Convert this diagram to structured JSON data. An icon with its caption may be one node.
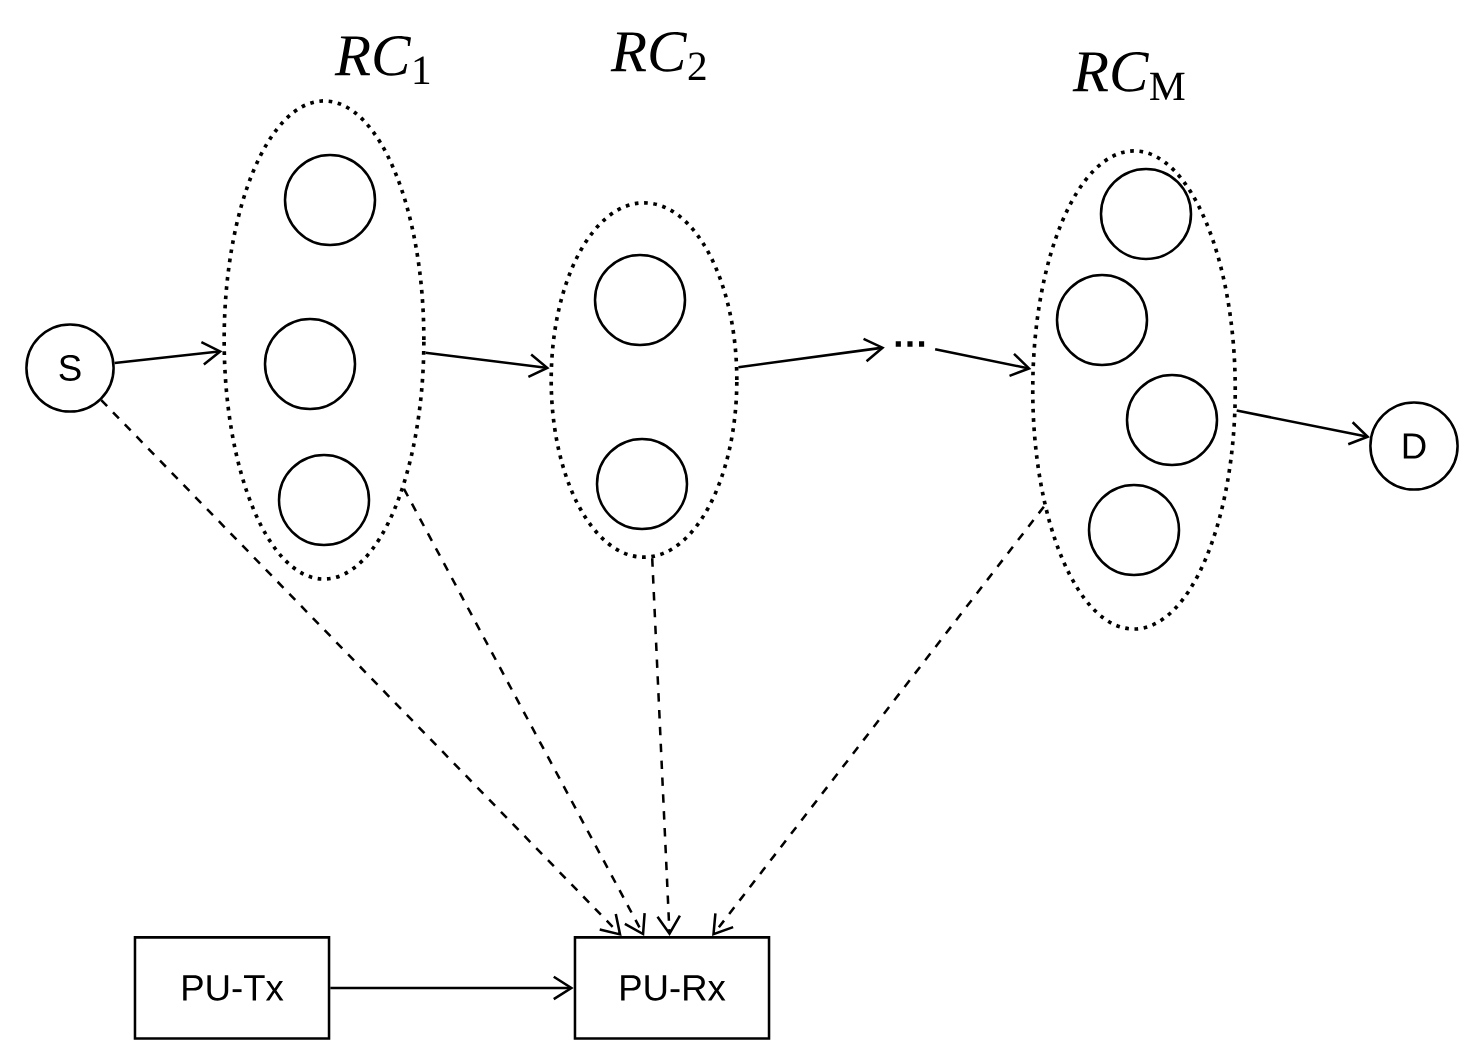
{
  "diagram": {
    "nodes": [
      {
        "text": [
          "S"
        ]
      },
      {
        "text": [
          "*RC*$_{1}$"
        ]
      },
      {
        "text": [],
        "shape": "circle",
        "in": 1
      },
      {
        "text": [],
        "shape": "circle",
        "in": 1
      },
      {
        "text": [],
        "shape": "circle",
        "in": 1
      },
      {
        "text": [
          "*RC*$_{2}$"
        ]
      },
      {
        "text": [],
        "shape": "circle",
        "in": 5
      },
      {
        "text": [],
        "shape": "circle",
        "in": 5
      },
      {
        "text": [
          "…"
        ]
      },
      {
        "text": [
          "*RC*$_{M}$"
        ]
      },
      {
        "text": [],
        "shape": "circle",
        "in": 9
      },
      {
        "text": [],
        "shape": "circle",
        "in": 9
      },
      {
        "text": [],
        "shape": "circle",
        "in": 9
      },
      {
        "text": [],
        "shape": "circle",
        "in": 9
      },
      {
        "text": [
          "D"
        ]
      },
      {
        "text": [
          "PU-Tx"
        ]
      },
      {
        "text": [
          "PU-Rx"
        ]
      }
    ],
    "edges": [
      {
        "from": 0,
        "to": 1,
        "arrow": "to"
      },
      {
        "from": 1,
        "to": 5,
        "arrow": "to"
      },
      {
        "from": 5,
        "to": 8,
        "arrow": "to"
      },
      {
        "from": 8,
        "to": 9,
        "arrow": "to"
      },
      {
        "from": 9,
        "to": 14,
        "arrow": "to"
      },
      {
        "from": 0,
        "to": 16,
        "arrow": "to",
        "style": "dashed"
      },
      {
        "from": 1,
        "to": 16,
        "arrow": "to",
        "style": "dashed"
      },
      {
        "from": 5,
        "to": 16,
        "arrow": "to",
        "style": "dashed"
      },
      {
        "from": 9,
        "to": 16,
        "arrow": "to",
        "style": "dashed"
      },
      {
        "from": 15,
        "to": 16,
        "arrow": "to"
      }
    ]
  }
}
